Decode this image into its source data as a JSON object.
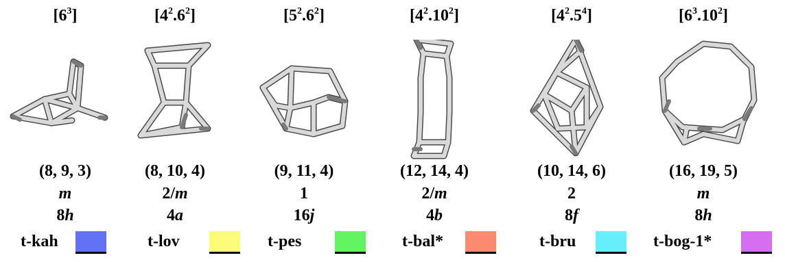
{
  "tiles": [
    {
      "sym_base": "[6",
      "sym_sup": "3",
      "sym_tail": "]",
      "sym_mid": "",
      "sym_sup2": "",
      "sym_end": "",
      "triple": "(8, 9, 3)",
      "site_sym_a": "",
      "site_sym_b": "m",
      "wyckoff_num": "8",
      "wyckoff_letter": "h",
      "name": "t-kah",
      "color": "#6272f5"
    },
    {
      "sym_base": "[4",
      "sym_sup": "2",
      "sym_tail": ".6",
      "sym_mid": "",
      "sym_sup2": "2",
      "sym_end": "]",
      "triple": "(8, 10, 4)",
      "site_sym_a": "2/",
      "site_sym_b": "m",
      "wyckoff_num": "4",
      "wyckoff_letter": "a",
      "name": "t-lov",
      "color": "#fdfb7a"
    },
    {
      "sym_base": "[5",
      "sym_sup": "2",
      "sym_tail": ".6",
      "sym_mid": "",
      "sym_sup2": "2",
      "sym_end": "]",
      "triple": "(9, 11, 4)",
      "site_sym_a": "1",
      "site_sym_b": "",
      "wyckoff_num": "16",
      "wyckoff_letter": "j",
      "name": "t-pes",
      "color": "#62f561"
    },
    {
      "sym_base": "[4",
      "sym_sup": "2",
      "sym_tail": ".10",
      "sym_mid": "",
      "sym_sup2": "2",
      "sym_end": "]",
      "triple": "(12, 14, 4)",
      "site_sym_a": "2/",
      "site_sym_b": "m",
      "wyckoff_num": "4",
      "wyckoff_letter": "b",
      "name": "t-bal*",
      "color": "#fb8a6e"
    },
    {
      "sym_base": "[4",
      "sym_sup": "2",
      "sym_tail": ".5",
      "sym_mid": "",
      "sym_sup2": "4",
      "sym_end": "]",
      "triple": "(10, 14, 6)",
      "site_sym_a": "2",
      "site_sym_b": "",
      "wyckoff_num": "8",
      "wyckoff_letter": "f",
      "name": "t-bru",
      "color": "#66eefa"
    },
    {
      "sym_base": "[6",
      "sym_sup": "3",
      "sym_tail": ".10",
      "sym_mid": "",
      "sym_sup2": "2",
      "sym_end": "]",
      "triple": "(16, 19, 5)",
      "site_sym_a": "",
      "site_sym_b": "m",
      "wyckoff_num": "8",
      "wyckoff_letter": "h",
      "name": "t-bog-1*",
      "color": "#d66ef2"
    }
  ],
  "colors": {
    "tube_light": "#d9d9d9",
    "tube_dark": "#7a7a7a",
    "tube_outline": "#4a4a4a"
  }
}
